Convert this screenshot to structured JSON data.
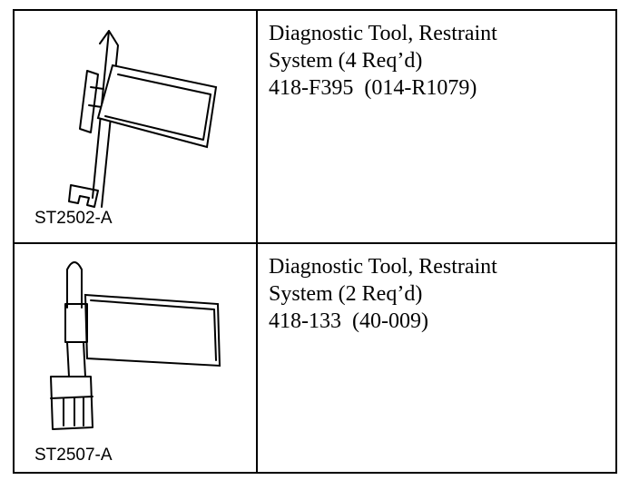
{
  "rows": [
    {
      "figure_label": "ST2502-A",
      "icon": "diagnostic-tool-418-f395-illustration",
      "lines": [
        "Diagnostic Tool, Restraint",
        "System (4 Req’d)",
        "418-F395  (014-R1079)"
      ]
    },
    {
      "figure_label": "ST2507-A",
      "icon": "diagnostic-tool-418-133-illustration",
      "lines": [
        "Diagnostic Tool, Restraint",
        "System (2 Req’d)",
        "418-133  (40-009)"
      ]
    }
  ]
}
